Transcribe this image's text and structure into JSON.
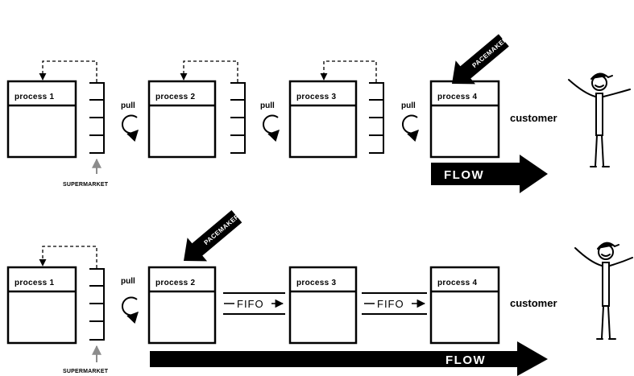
{
  "top": {
    "processes": [
      "process 1",
      "process 2",
      "process 3",
      "process 4"
    ],
    "pull_labels": [
      "pull",
      "pull",
      "pull"
    ],
    "supermarket_label": "SUPERMARKET",
    "pacemaker_label": "PACEMAKER",
    "customer_label": "customer",
    "flow_label": "FLOW"
  },
  "bottom": {
    "processes": [
      "process 1",
      "process 2",
      "process 3",
      "process 4"
    ],
    "pull_label": "pull",
    "fifo_labels": [
      "FIFO",
      "FIFO"
    ],
    "supermarket_label": "SUPERMARKET",
    "pacemaker_label": "PACEMAKER",
    "customer_label": "customer",
    "flow_label": "FLOW"
  }
}
